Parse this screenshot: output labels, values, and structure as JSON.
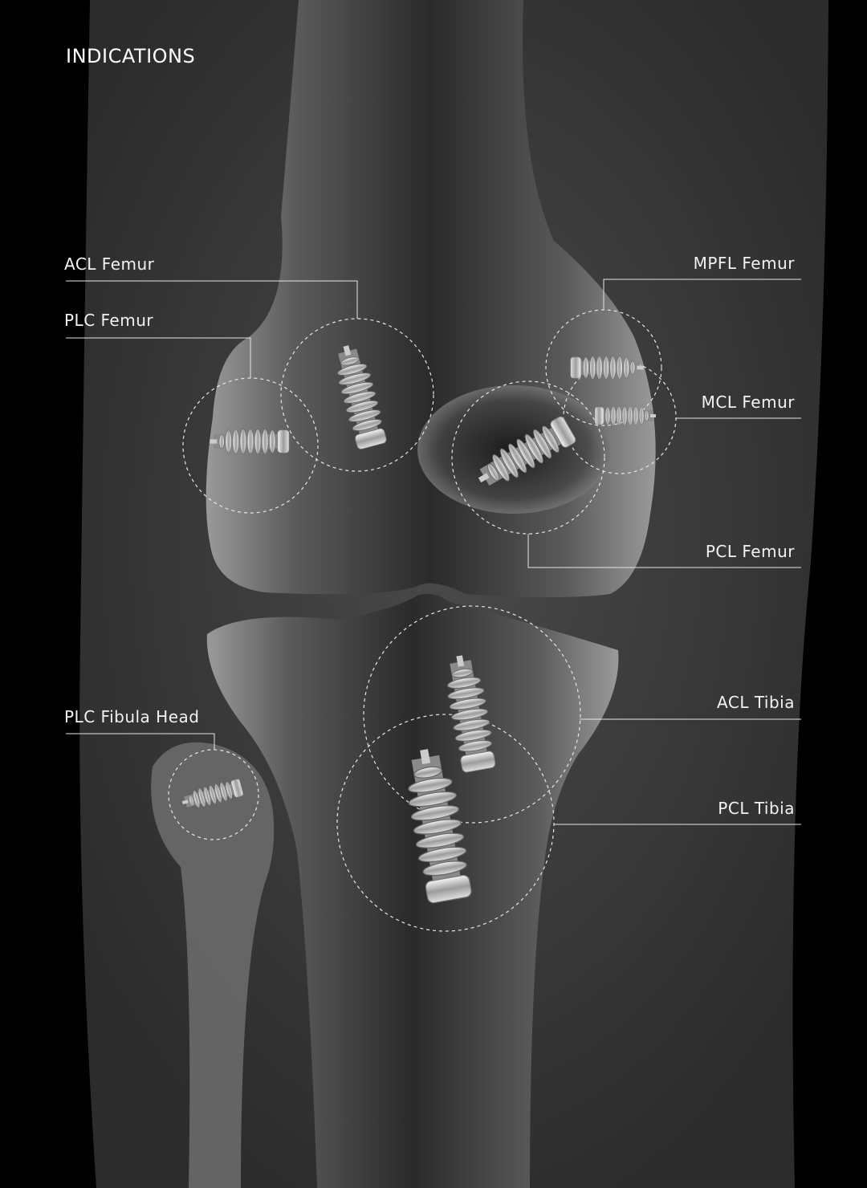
{
  "title": "INDICATIONS",
  "labels": {
    "acl_femur": "ACL Femur",
    "plc_femur": "PLC Femur",
    "mpfl_femur": "MPFL Femur",
    "mcl_femur": "MCL Femur",
    "pcl_femur": "PCL Femur",
    "acl_tibia": "ACL Tibia",
    "pcl_tibia": "PCL Tibia",
    "plc_fibula_head": "PLC Fibula Head"
  },
  "colors": {
    "background": "#000000",
    "soft_tissue": "#3a3a3a",
    "bone": "#8a8a8a",
    "screw": "#d8d8d8",
    "line": "#e6e6e6"
  }
}
